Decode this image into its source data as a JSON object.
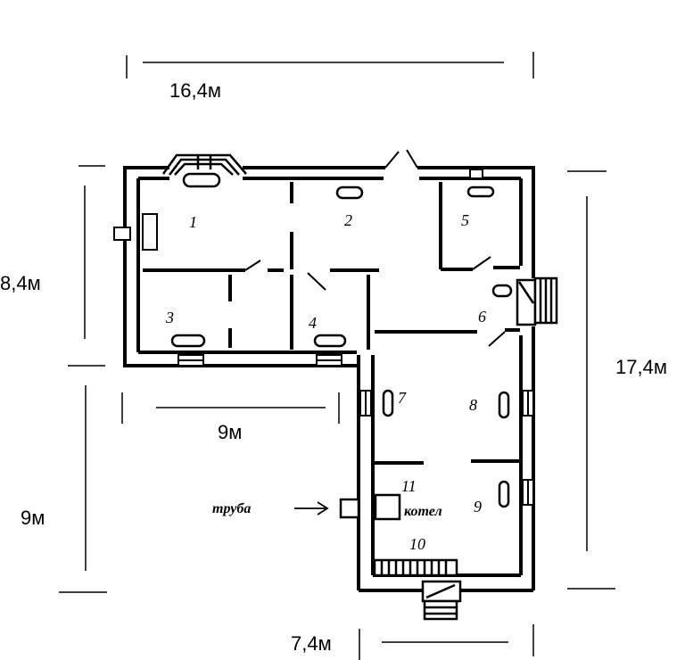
{
  "dimensions": {
    "top_width": "16,4м",
    "left_upper_height": "8,4м",
    "inner_width": "9м",
    "left_lower_height": "9м",
    "right_height": "17,4м",
    "bottom_width": "7,4м"
  },
  "rooms": [
    "1",
    "2",
    "3",
    "4",
    "5",
    "6",
    "7",
    "8",
    "9",
    "10",
    "11"
  ],
  "labels": {
    "pipe": "труба",
    "boiler": "котел"
  },
  "colors": {
    "line": "#000000",
    "background": "#ffffff"
  }
}
